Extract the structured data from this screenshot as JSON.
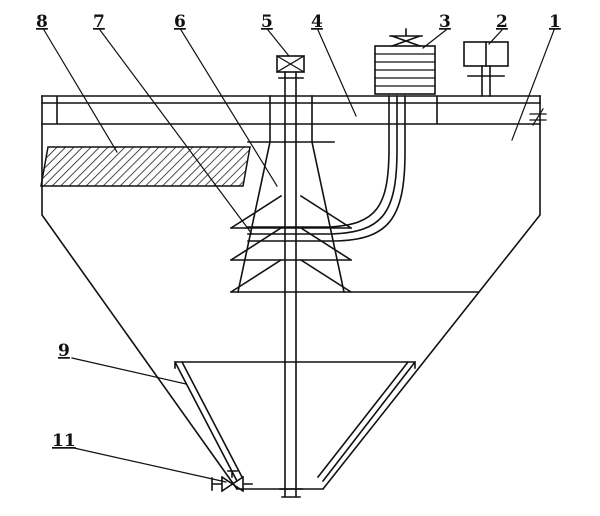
{
  "diagram": {
    "background": "#ffffff",
    "line_color": "#111111",
    "callouts": [
      {
        "text": "8"
      },
      {
        "text": "7"
      },
      {
        "text": "6"
      },
      {
        "text": "5"
      },
      {
        "text": "4"
      },
      {
        "text": "3"
      },
      {
        "text": "2"
      },
      {
        "text": "1"
      },
      {
        "text": "9"
      },
      {
        "text": "11"
      }
    ]
  }
}
